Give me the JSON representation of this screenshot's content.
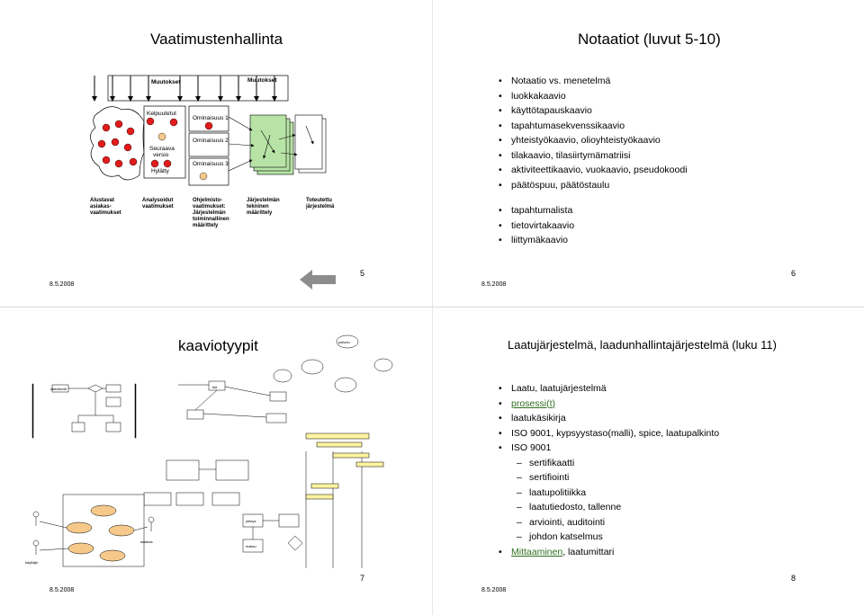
{
  "slide5": {
    "title": "Vaatimustenhallinta",
    "date": "8.5.2008",
    "page": "5",
    "diagram": {
      "muutokset_left": "Muutokset",
      "muutokset_right": "Muutokset",
      "kelpuutetut": "Kelpuutetut",
      "seuraava": "Seuraava",
      "versio": "versio",
      "hylatty": "Hylätty",
      "ominaisuus1": "Ominaisuus 1",
      "ominaisuus2": "Ominaisuus 2",
      "ominaisuus3": "Ominaisuus 3",
      "stage1": "Alustavat asiakas-vaatimukset",
      "stage2": "Analysoidut vaatimukset",
      "stage3": "Ohjelmisto-vaatimukset: Järjestelmän toiminnallinen määrittely",
      "stage4": "Järjestelmän tekninen määrittely",
      "stage5": "Toteutettu järjestelmä"
    }
  },
  "slide6": {
    "title": "Notaatiot (luvut 5-10)",
    "date": "8.5.2008",
    "page": "6",
    "bullets_a": [
      "Notaatio vs. menetelmä",
      "luokkakaavio",
      "käyttötapauskaavio",
      "tapahtumasekvenssikaavio",
      "yhteistyökaavio, olioyhteistyökaavio",
      "tilakaavio, tilasiirtymämatriisi",
      "aktiviteettikaavio, vuokaavio, pseudokoodi",
      "päätöspuu, päätöstaulu"
    ],
    "bullets_b": [
      "tapahtumalista",
      "tietovirtakaavio",
      "liittymäkaavio"
    ]
  },
  "slide7": {
    "title": "kaaviotyypit",
    "date": "8.5.2008",
    "page": "7",
    "diagram": {
      "kayttaja": "käyttäjä",
      "kassa": "asiakas",
      "palvelu": "palvelu",
      "aktiviteetti": "aktiviteetti",
      "tila": "tila",
      "yhteys": "yhteys",
      "maksu": "maksu"
    }
  },
  "slide8": {
    "title": "Laatujärjestelmä, laadunhallintajärjestelmä (luku 11)",
    "date": "8.5.2008",
    "page": "8",
    "bullets": [
      {
        "text": "Laatu, laatujärjestelmä",
        "level": 1,
        "link": false
      },
      {
        "text": "prosessi(t)",
        "level": 1,
        "link": true
      },
      {
        "text": "laatukäsikirja",
        "level": 1,
        "link": false
      },
      {
        "text": "ISO 9001, kypsyystaso(malli), spice, laatupalkinto",
        "level": 1,
        "link": false
      },
      {
        "text": "ISO 9001",
        "level": 1,
        "link": false
      },
      {
        "text": "sertifikaatti",
        "level": 2,
        "link": false
      },
      {
        "text": "sertifiointi",
        "level": 2,
        "link": false
      },
      {
        "text": "laatupolitiikka",
        "level": 2,
        "link": false
      },
      {
        "text": "laatutiedosto, tallenne",
        "level": 2,
        "link": false
      },
      {
        "text": "arviointi, auditointi",
        "level": 2,
        "link": false
      },
      {
        "text": "johdon katselmus",
        "level": 2,
        "link": false
      },
      {
        "text": "Mittaaminen, laatumittari",
        "level": 1,
        "link": true,
        "link_part": "Mittaaminen",
        "rest": ", laatumittari"
      }
    ]
  },
  "colors": {
    "red": "#e21b1b",
    "green": "#b7e4a6",
    "orange": "#f6c98a",
    "yellow": "#fff4a0",
    "arrow_gray": "#8c8c8c"
  }
}
